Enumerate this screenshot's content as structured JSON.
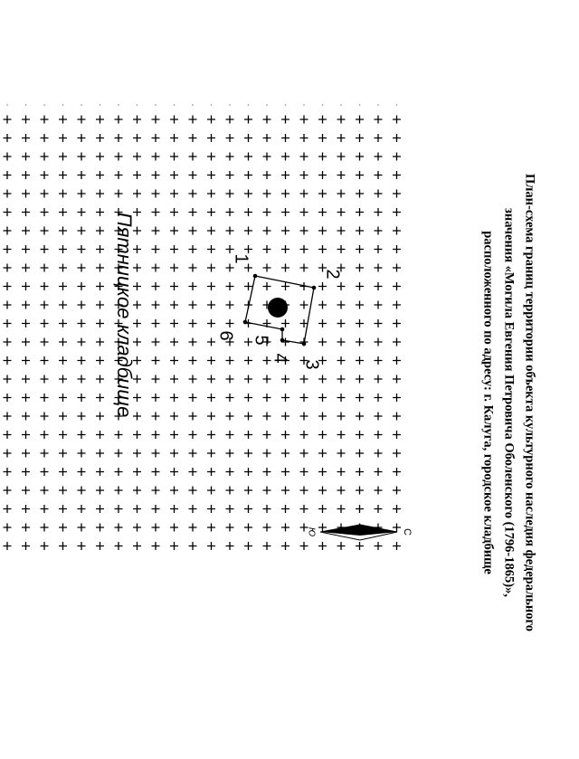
{
  "title": {
    "line1": "План-схема границ территории объекта культурного наследия федерального",
    "line2": "значения «Могила Евгения Петровича Оболенского (1796-1865)»,",
    "line3": "расположенного по адресу: г. Калуга, городское кладбище"
  },
  "cemetery_label": "Пятницкое кладбище",
  "boundary_points": [
    {
      "label": "1"
    },
    {
      "label": "2"
    },
    {
      "label": "3"
    },
    {
      "label": "4"
    },
    {
      "label": "5"
    },
    {
      "label": "6"
    }
  ],
  "north_arrow": {
    "north_letter": "С",
    "south_letter": "Ю"
  },
  "colors": {
    "ink": "#000000",
    "background": "#ffffff"
  }
}
